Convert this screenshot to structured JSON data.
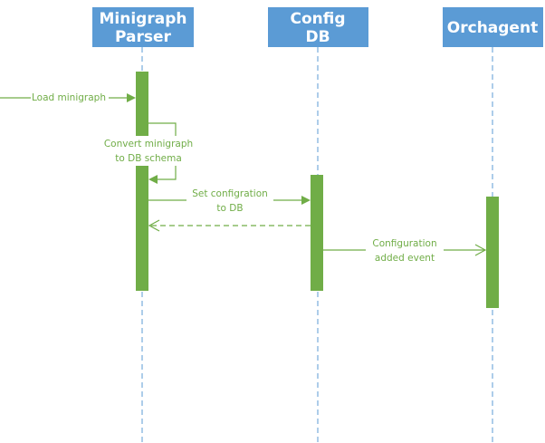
{
  "participants": [
    {
      "label_line1": "Minigraph",
      "label_line2": "Parser"
    },
    {
      "label_line1": "Config",
      "label_line2": "DB"
    },
    {
      "label_line1": "Orchagent",
      "label_line2": ""
    }
  ],
  "messages": [
    {
      "id": "load",
      "line1": "Load minigraph",
      "line2": ""
    },
    {
      "id": "convert",
      "line1": "Convert minigraph",
      "line2": "to DB schema"
    },
    {
      "id": "set",
      "line1": "Set configration",
      "line2": "to DB"
    },
    {
      "id": "return",
      "line1": "",
      "line2": ""
    },
    {
      "id": "event",
      "line1": "Configuration",
      "line2": "added event"
    }
  ],
  "colors": {
    "participant_fill": "#5b9bd5",
    "participant_text": "#ffffff",
    "lifeline": "#5b9bd5",
    "activation": "#70ad47",
    "message": "#70ad47"
  }
}
